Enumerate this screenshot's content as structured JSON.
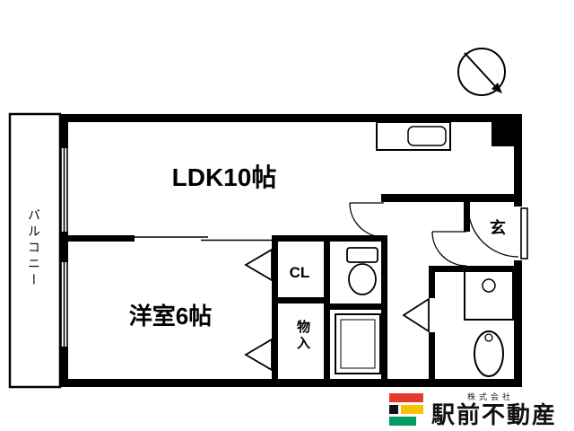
{
  "floorplan": {
    "balcony": {
      "label": "バルコニー"
    },
    "ldk": {
      "label": "LDK10帖"
    },
    "western_room": {
      "label": "洋室6帖"
    },
    "closet": {
      "label": "CL"
    },
    "storage": {
      "label": "物入"
    },
    "entrance": {
      "label": "玄"
    }
  },
  "branding": {
    "company_prefix": "株式会社",
    "company_name": "駅前不動産",
    "colors": {
      "red": "#e8392f",
      "yellow": "#f2c500",
      "green": "#009b63",
      "black": "#111111"
    }
  }
}
